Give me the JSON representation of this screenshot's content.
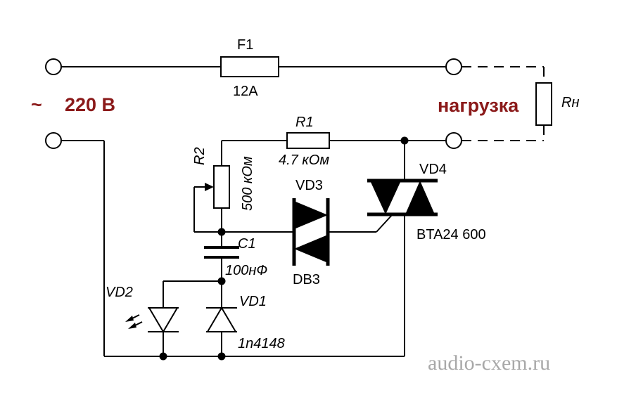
{
  "labels": {
    "f1": "F1",
    "f1_value": "12A",
    "mains": "220 В",
    "mains_symbol": "~",
    "load": "нагрузка",
    "rn": "Rн",
    "r1": "R1",
    "r1_value": "4.7 кОм",
    "r2": "R2",
    "r2_value": "500 кОм",
    "vd3": "VD3",
    "db3": "DB3",
    "vd4": "VD4",
    "vd4_value": "BTA24 600",
    "c1": "C1",
    "c1_value": "100нФ",
    "vd2": "VD2",
    "vd1": "VD1",
    "vd1_value": "1n4148"
  },
  "watermark": "audio-cxem.ru",
  "colors": {
    "accent": "#8b1a1a",
    "watermark": "#a8a8a8",
    "line": "#000000"
  }
}
